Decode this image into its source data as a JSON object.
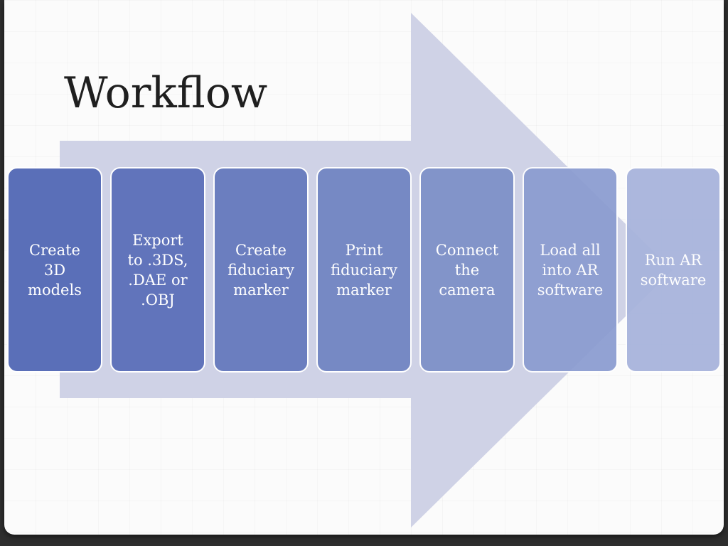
{
  "slide": {
    "title": "Workflow"
  },
  "diagram": {
    "arrow_color": "#cfd2e6",
    "steps": [
      {
        "label": "Create\n3D\nmodels",
        "color": "#5a6fb8"
      },
      {
        "label": "Export\nto .3DS,\n.DAE  or\n.OBJ",
        "color": "#6174bb"
      },
      {
        "label": "Create\nfiduciary\nmarker",
        "color": "#6b7ebf"
      },
      {
        "label": "Print\nfiduciary\nmarker",
        "color": "#7689c4"
      },
      {
        "label": "Connect\nthe\ncamera",
        "color": "#8294c9"
      },
      {
        "label": "Load all\ninto AR\nsoftware",
        "color": "#8a9bd0"
      },
      {
        "label": "Run AR\nsoftware",
        "color": "#a8b4dc"
      }
    ]
  }
}
